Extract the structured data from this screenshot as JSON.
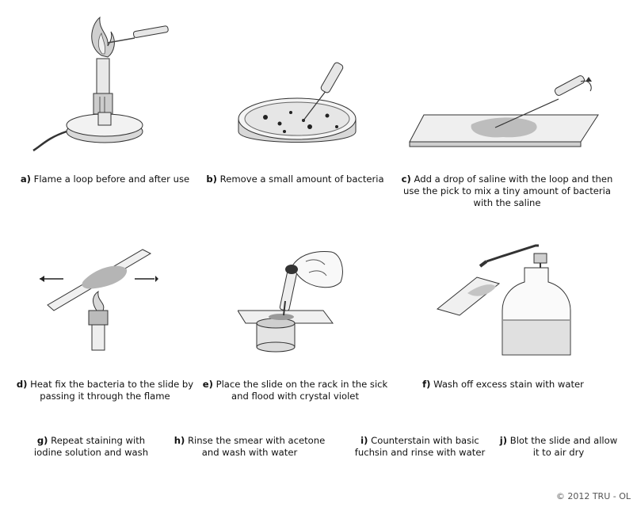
{
  "steps": [
    {
      "letter": "a)",
      "text": "Flame a loop before and after use"
    },
    {
      "letter": "b)",
      "text": "Remove a small amount of bacteria"
    },
    {
      "letter": "c)",
      "text": "Add a drop of saline with the loop and then use the pick to mix a tiny amount of bacteria with the saline"
    },
    {
      "letter": "d)",
      "text": "Heat fix the bacteria to the slide by passing it through the flame"
    },
    {
      "letter": "e)",
      "text": "Place the slide on the rack in the sick and flood with crystal violet"
    },
    {
      "letter": "f)",
      "text": "Wash off excess stain with water"
    },
    {
      "letter": "g)",
      "text": "Repeat staining with iodine solution and wash"
    },
    {
      "letter": "h)",
      "text": "Rinse the smear with acetone and wash with water"
    },
    {
      "letter": "i)",
      "text": "Counterstain with basic fuchsin and rinse with water"
    },
    {
      "letter": "j)",
      "text": "Blot the slide and allow it to air dry"
    }
  ],
  "copyright": "© 2012 TRU - OL"
}
